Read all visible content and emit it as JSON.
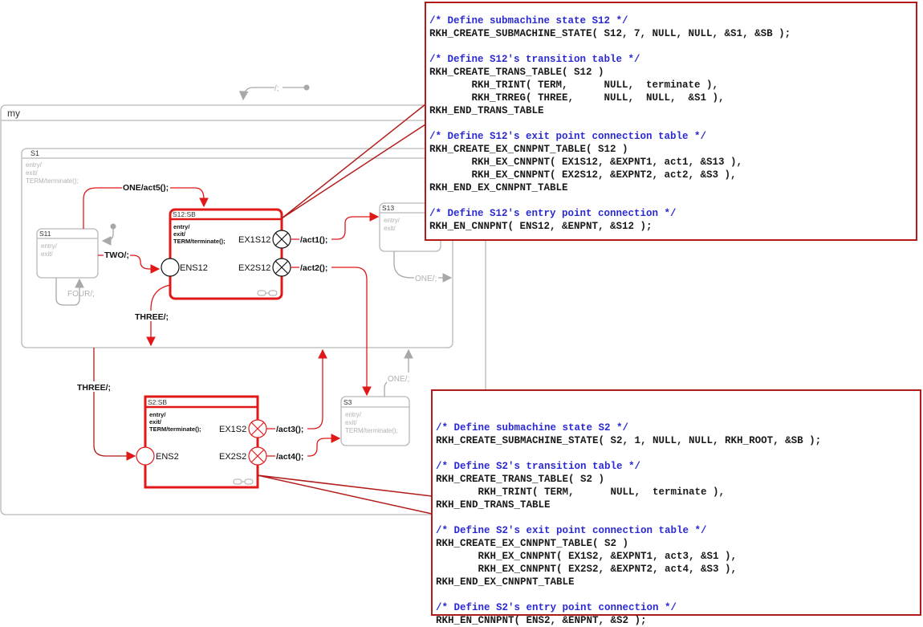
{
  "colors": {
    "active": "#e01818",
    "inactive": "#a8a8a8",
    "callout_border": "#b31b1b",
    "code_comment": "#2a2ad0",
    "code_text": "#1a1a1a"
  },
  "states": {
    "my": {
      "name": "my"
    },
    "s1": {
      "name": "S1",
      "actions": [
        "entry/",
        "exit/",
        "TERM/terminate();"
      ]
    },
    "s11": {
      "name": "S11",
      "actions": [
        "entry/",
        "exit/"
      ]
    },
    "s12": {
      "name": "S12:SB",
      "actions": [
        "entry/",
        "exit/",
        "TERM/terminate();"
      ]
    },
    "s13": {
      "name": "S13",
      "actions": [
        "entry/",
        "exit/"
      ]
    },
    "s2": {
      "name": "S2:SB",
      "actions": [
        "entry/",
        "exit/",
        "TERM/terminate();"
      ]
    },
    "s3": {
      "name": "S3",
      "actions": [
        "entry/",
        "exit/",
        "TERM/terminate();"
      ]
    }
  },
  "pseudostates": {
    "ens12": "ENS12",
    "ex1s12": "EX1S12",
    "ex2s12": "EX2S12",
    "ens2": "ENS2",
    "ex1s2": "EX1S2",
    "ex2s2": "EX2S2"
  },
  "transitions": {
    "initial_my": "/;",
    "one_act5": "ONE/act5();",
    "two": "TWO/;",
    "four": "FOUR/;",
    "three_s12": "THREE/;",
    "three_s1": "THREE/;",
    "act1": "/act1();",
    "act2": "/act2();",
    "one_s13": "ONE/;",
    "act3": "/act3();",
    "act4": "/act4();",
    "one_s3": "ONE/;"
  },
  "code_s12": [
    {
      "type": "comment",
      "text": "/* Define submachine state S12 */"
    },
    {
      "type": "code",
      "text": "RKH_CREATE_SUBMACHINE_STATE( S12, 7, NULL, NULL, &S1, &SB );"
    },
    {
      "type": "blank",
      "text": ""
    },
    {
      "type": "comment",
      "text": "/* Define S12's transition table */"
    },
    {
      "type": "code",
      "text": "RKH_CREATE_TRANS_TABLE( S12 )"
    },
    {
      "type": "code",
      "text": "       RKH_TRINT( TERM,      NULL,  terminate ),"
    },
    {
      "type": "code",
      "text": "       RKH_TRREG( THREE,     NULL,  NULL,  &S1 ),"
    },
    {
      "type": "code",
      "text": "RKH_END_TRANS_TABLE"
    },
    {
      "type": "blank",
      "text": ""
    },
    {
      "type": "comment",
      "text": "/* Define S12's exit point connection table */"
    },
    {
      "type": "code",
      "text": "RKH_CREATE_EX_CNNPNT_TABLE( S12 )"
    },
    {
      "type": "code",
      "text": "       RKH_EX_CNNPNT( EX1S12, &EXPNT1, act1, &S13 ),"
    },
    {
      "type": "code",
      "text": "       RKH_EX_CNNPNT( EX2S12, &EXPNT2, act2, &S3 ),"
    },
    {
      "type": "code",
      "text": "RKH_END_EX_CNNPNT_TABLE"
    },
    {
      "type": "blank",
      "text": ""
    },
    {
      "type": "comment",
      "text": "/* Define S12's entry point connection */"
    },
    {
      "type": "code",
      "text": "RKH_EN_CNNPNT( ENS12, &ENPNT, &S12 );"
    }
  ],
  "code_s2": [
    {
      "type": "comment",
      "text": "/* Define submachine state S2 */"
    },
    {
      "type": "code",
      "text": "RKH_CREATE_SUBMACHINE_STATE( S2, 1, NULL, NULL, RKH_ROOT, &SB );"
    },
    {
      "type": "blank",
      "text": ""
    },
    {
      "type": "comment",
      "text": "/* Define S2's transition table */"
    },
    {
      "type": "code",
      "text": "RKH_CREATE_TRANS_TABLE( S2 )"
    },
    {
      "type": "code",
      "text": "       RKH_TRINT( TERM,      NULL,  terminate ),"
    },
    {
      "type": "code",
      "text": "RKH_END_TRANS_TABLE"
    },
    {
      "type": "blank",
      "text": ""
    },
    {
      "type": "comment",
      "text": "/* Define S2's exit point connection table */"
    },
    {
      "type": "code",
      "text": "RKH_CREATE_EX_CNNPNT_TABLE( S2 )"
    },
    {
      "type": "code",
      "text": "       RKH_EX_CNNPNT( EX1S2, &EXPNT1, act3, &S1 ),"
    },
    {
      "type": "code",
      "text": "       RKH_EX_CNNPNT( EX2S2, &EXPNT2, act4, &S3 ),"
    },
    {
      "type": "code",
      "text": "RKH_END_EX_CNNPNT_TABLE"
    },
    {
      "type": "blank",
      "text": ""
    },
    {
      "type": "comment",
      "text": "/* Define S2's entry point connection */"
    },
    {
      "type": "code",
      "text": "RKH_EN_CNNPNT( ENS2, &ENPNT, &S2 );"
    }
  ]
}
